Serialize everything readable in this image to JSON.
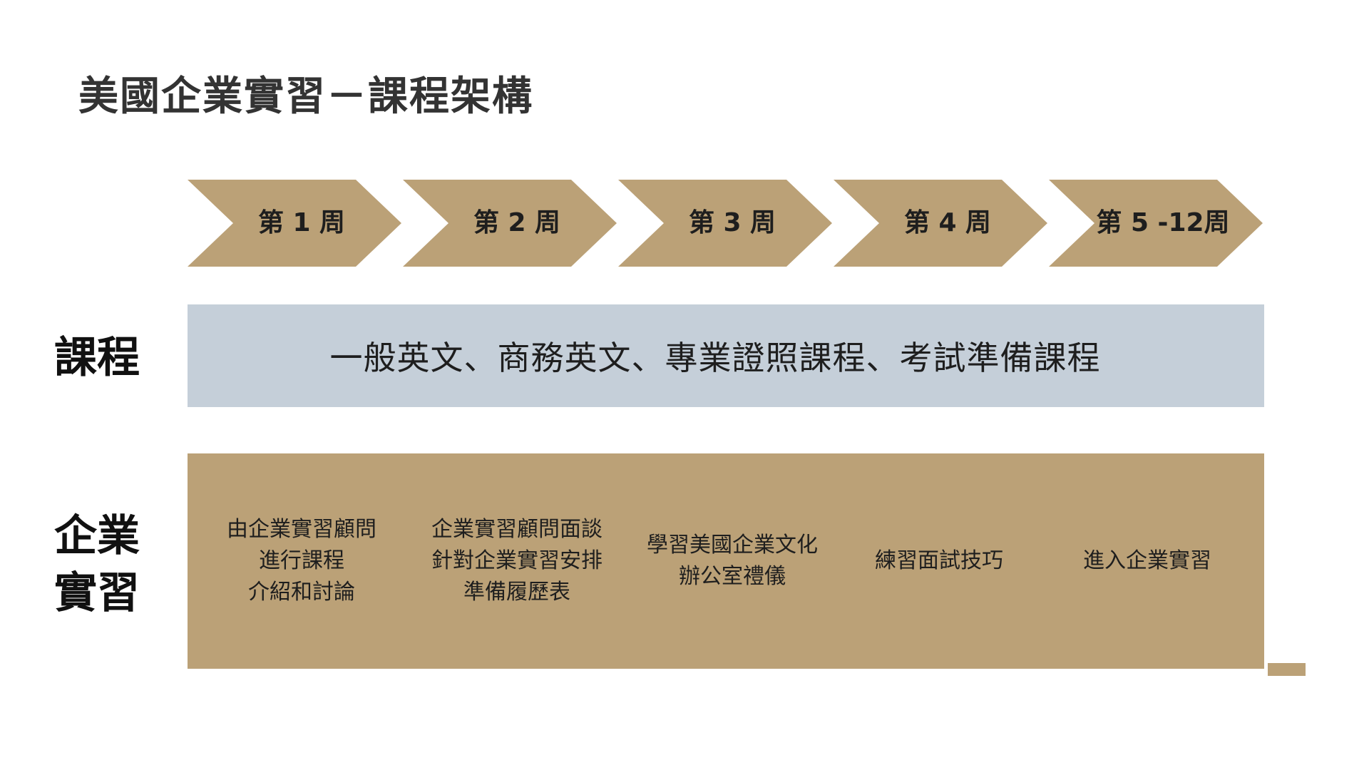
{
  "title": "美國企業實習－課程架構",
  "colors": {
    "accent": "#bba177",
    "course_bar": "#c5cfd9",
    "text": "#1e1e1e"
  },
  "weeks": [
    {
      "label": "第 1 周"
    },
    {
      "label": "第 2 周"
    },
    {
      "label": "第 3 周"
    },
    {
      "label": "第 4 周"
    },
    {
      "label": "第 5 -12周"
    }
  ],
  "course_row": {
    "label": "課程",
    "content": "一般英文、商務英文、專業證照課程、考試準備課程"
  },
  "internship_row": {
    "label_line1": "企業",
    "label_line2": "實習",
    "items": [
      {
        "lines": [
          "由企業實習顧問",
          "進行課程",
          "介紹和討論"
        ]
      },
      {
        "lines": [
          "企業實習顧問面談",
          "針對企業實習安排",
          "準備履歷表"
        ]
      },
      {
        "lines": [
          "學習美國企業文化",
          "辦公室禮儀"
        ]
      },
      {
        "lines": [
          "練習面試技巧"
        ]
      },
      {
        "lines": [
          "進入企業實習"
        ]
      }
    ]
  }
}
